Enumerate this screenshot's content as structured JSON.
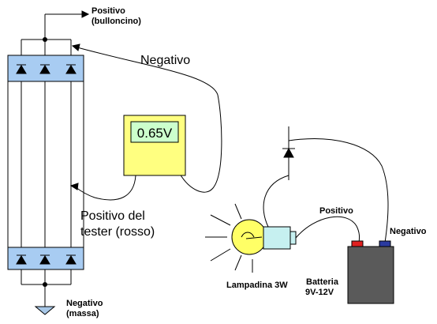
{
  "labels": {
    "positivo_bulloncino_1": "Positivo",
    "positivo_bulloncino_2": "(bulloncino)",
    "negativo_tester": "Negativo",
    "positivo_tester_1": "Positivo del",
    "positivo_tester_2": "tester (rosso)",
    "negativo_massa_1": "Negativo",
    "negativo_massa_2": "(massa)",
    "lamp_label": "Lampadina 3W",
    "battery_positive": "Positivo",
    "battery_negative": "Negativo",
    "battery_label_1": "Batteria",
    "battery_label_2": "9V-12V"
  },
  "meter": {
    "reading": "0.65V"
  },
  "colors": {
    "diode_block": "#a8ccf2",
    "meter_body": "#ffff80",
    "meter_screen": "#ccffcc",
    "lamp_bulb": "#ffff66",
    "lamp_base": "#c6f0f0",
    "battery_body": "#5a5a5a",
    "terminal_positive": "#e02020",
    "terminal_negative": "#2a3aa0",
    "ground_symbol": "#a8c8e8"
  }
}
